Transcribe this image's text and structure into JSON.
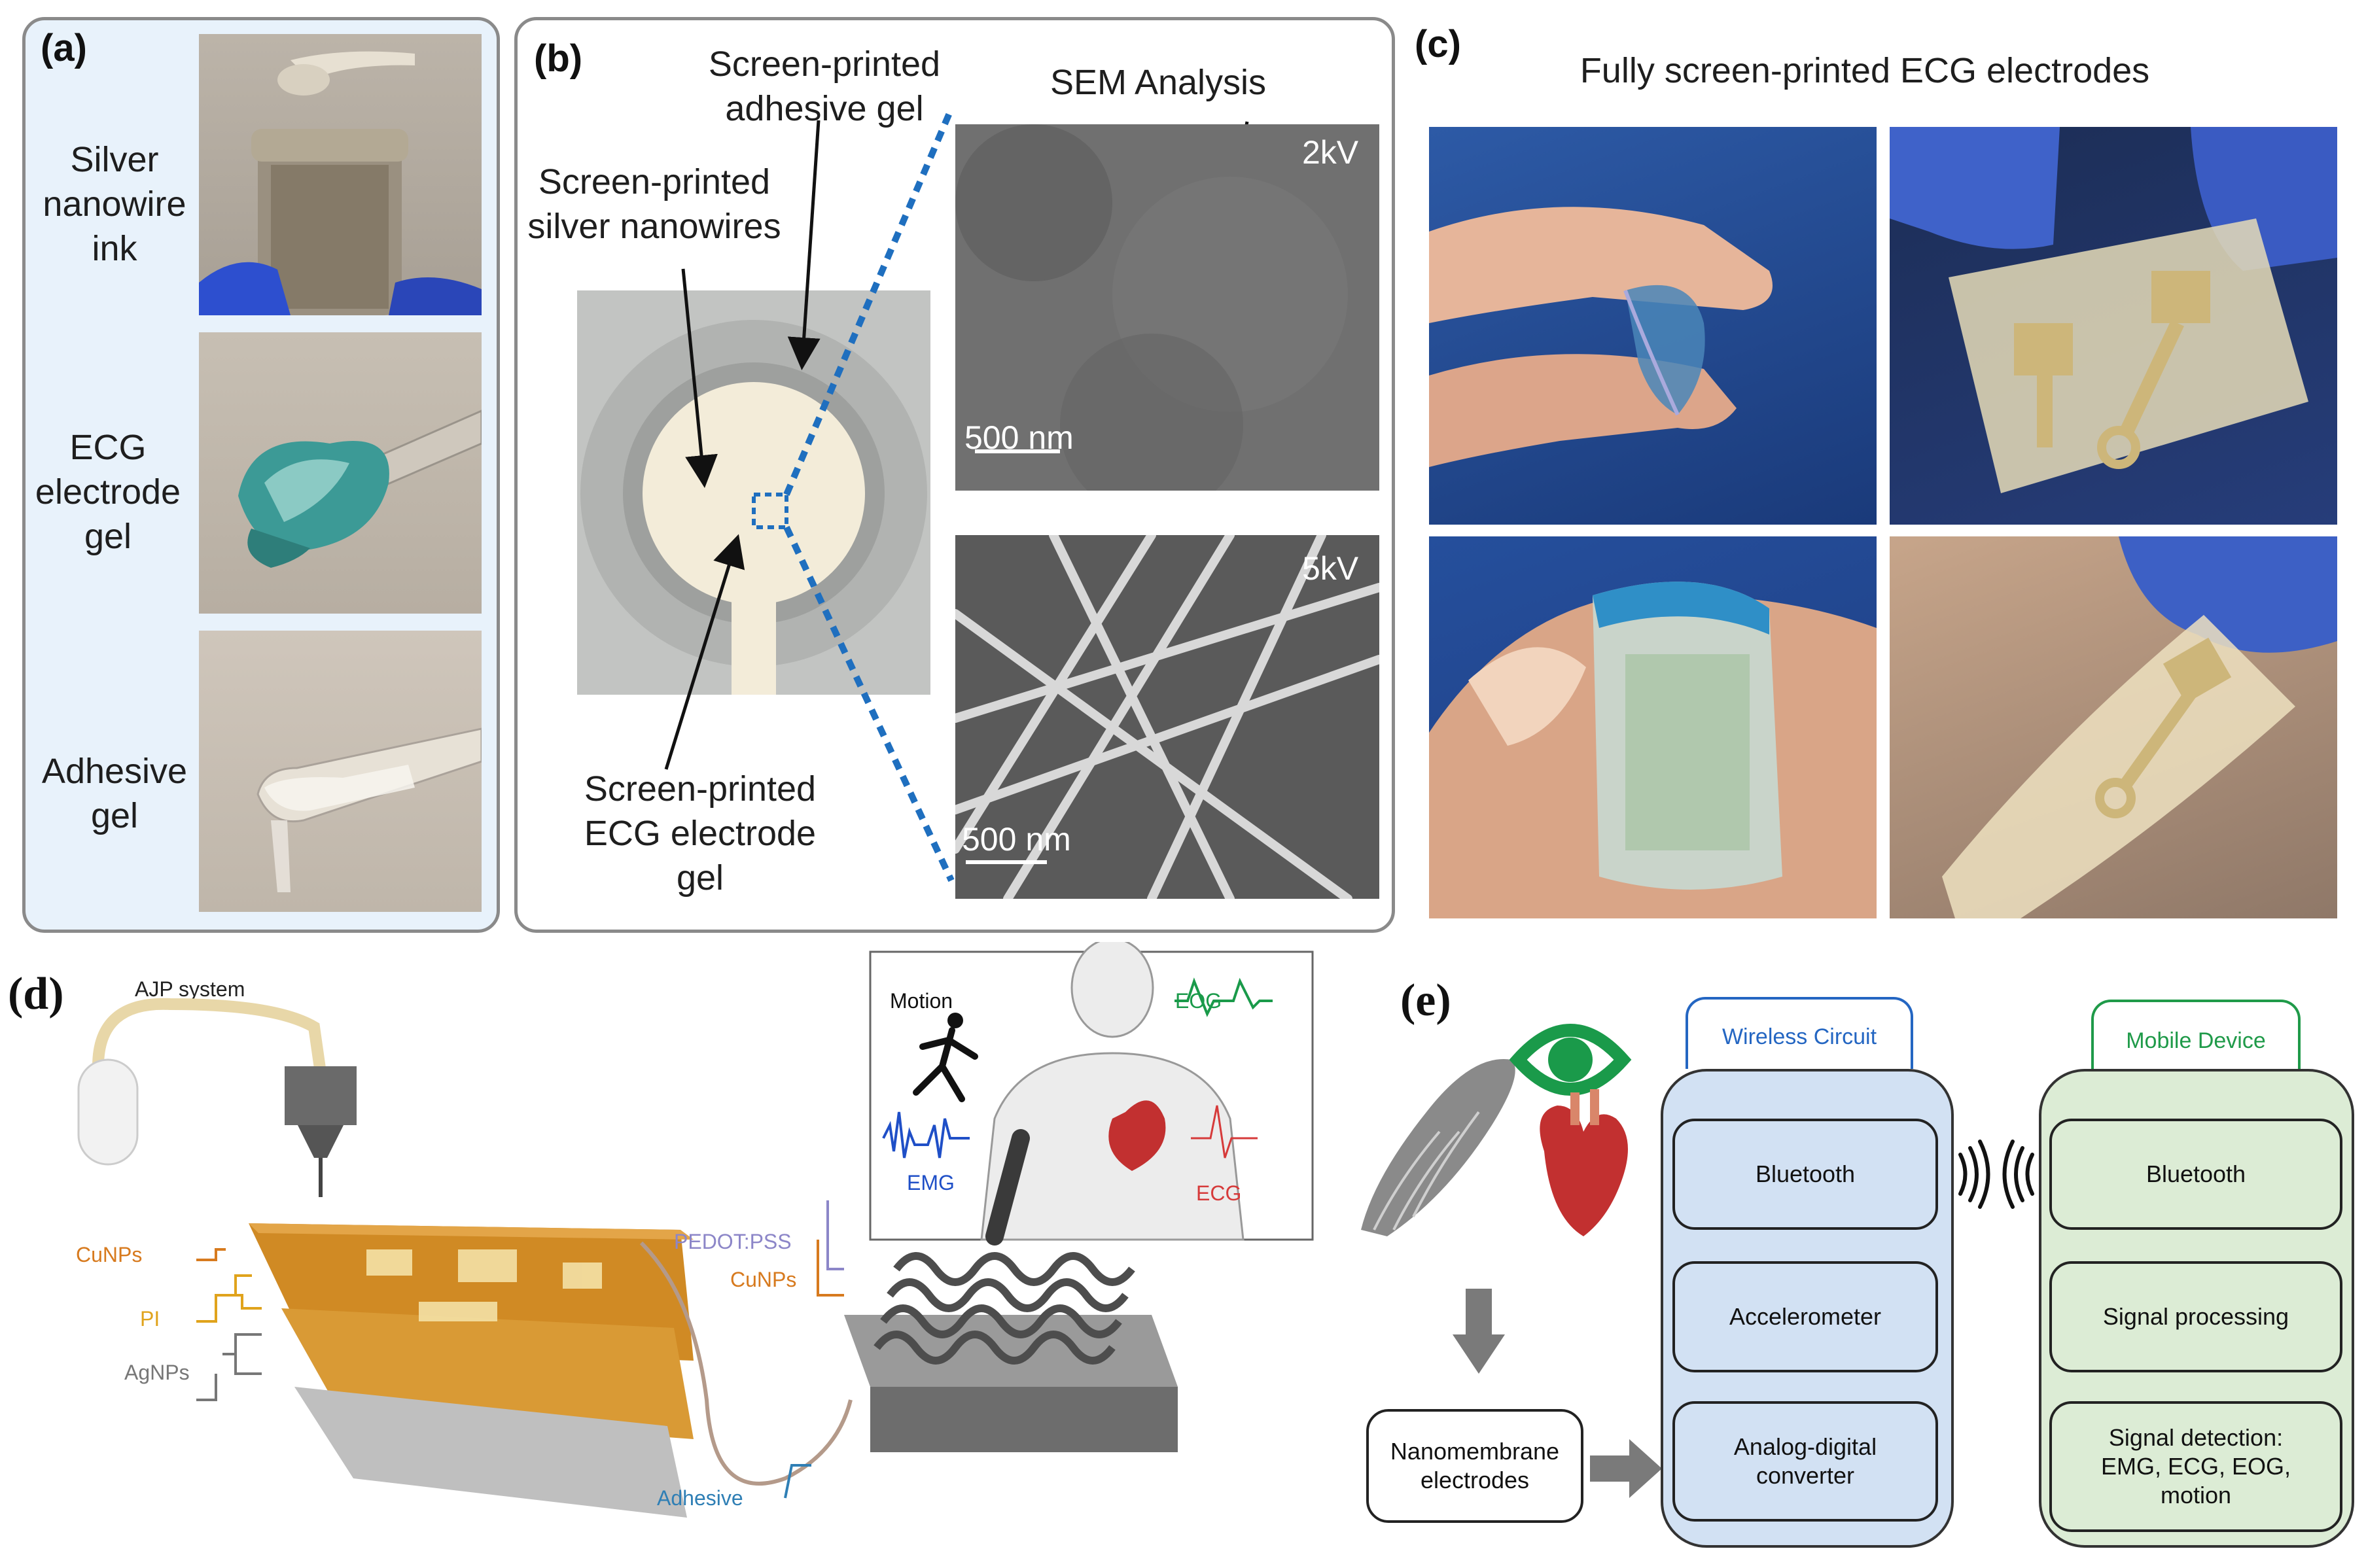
{
  "panels": {
    "a": {
      "label": "(a)",
      "items": [
        "Silver\nnanowire\nink",
        "ECG\nelectrode\ngel",
        "Adhesive\ngel"
      ]
    },
    "b": {
      "label": "(b)",
      "title": "SEM Analysis",
      "adhesive_label": "Screen-printed\nadhesive gel",
      "silver_label": "Screen-printed\nsilver nanowires",
      "ecg_label": "Screen-printed\nECG electrode\ngel",
      "sem_top": {
        "voltage": "2kV",
        "scale": "500 nm"
      },
      "sem_bottom": {
        "voltage": "5kV",
        "scale": "500 nm"
      }
    },
    "c": {
      "label": "(c)",
      "title": "Fully screen-printed ECG electrodes"
    },
    "d": {
      "label": "(d)",
      "system": "AJP system",
      "left_layers": [
        "CuNPs",
        "PI",
        "AgNPs"
      ],
      "right_layers": [
        "PEDOT:PSS",
        "CuNPs",
        "Adhesive"
      ],
      "body_labels": {
        "motion": "Motion",
        "eog": "EOG",
        "emg": "EMG",
        "ecg": "ECG"
      }
    },
    "e": {
      "label": "(e)",
      "electrodes": "Nanomembrane\nelectrodes",
      "wireless": {
        "title": "Wireless Circuit",
        "items": [
          "Bluetooth",
          "Accelerometer",
          "Analog-digital\nconverter"
        ]
      },
      "mobile": {
        "title": "Mobile Device",
        "items": [
          "Bluetooth",
          "Signal processing",
          "Signal detection:\nEMG, ECG, EOG,\nmotion"
        ]
      }
    }
  },
  "colors": {
    "panel_bg": "#e6f1fa",
    "wireless_fill": "#d2e1f3",
    "wireless_accent": "#2466c2",
    "mobile_fill": "#dcecd5",
    "mobile_accent": "#1f9a49",
    "eog": "#1a9a4a",
    "emg": "#1f4fc7",
    "ecg": "#d63a3a",
    "cunps": "#d77a1e",
    "pi": "#e0a31c",
    "agnps": "#777777",
    "pedot": "#8c86c8",
    "adhesive": "#2f7fb5"
  }
}
